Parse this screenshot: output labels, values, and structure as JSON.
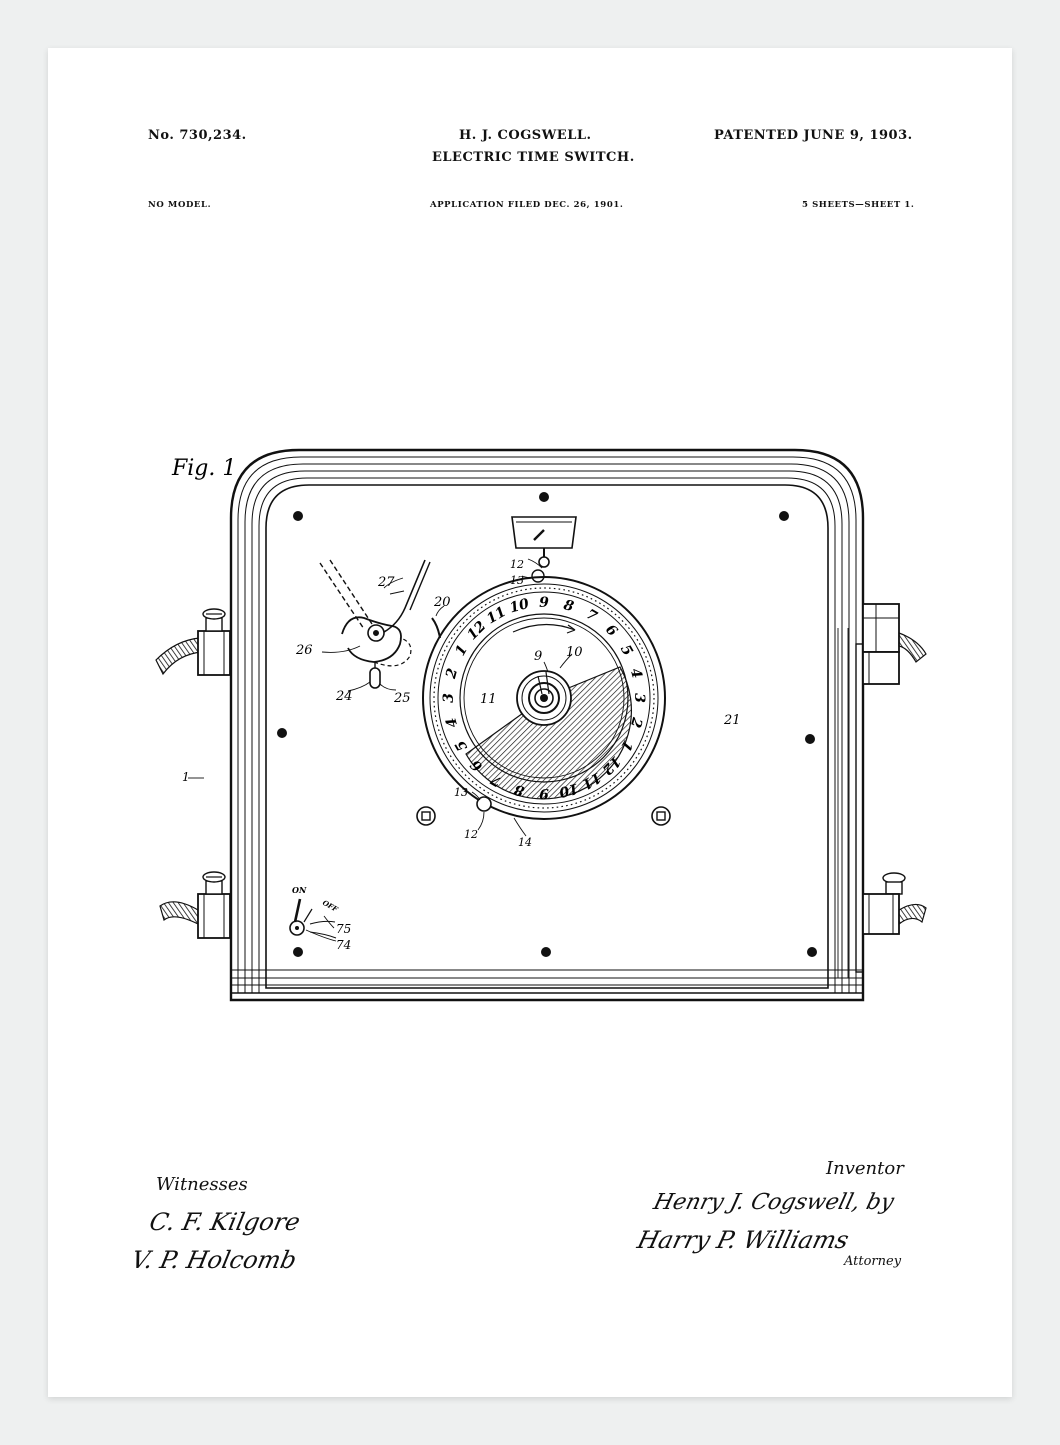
{
  "header": {
    "patent_number": "No. 730,234.",
    "inventor_name": "H. J. COGSWELL.",
    "title": "ELECTRIC TIME SWITCH.",
    "patented_date": "PATENTED JUNE 9, 1903.",
    "model": "NO MODEL.",
    "application": "APPLICATION FILED DEC. 26, 1901.",
    "sheets": "5 SHEETS—SHEET 1."
  },
  "figure": {
    "label": "Fig. 1",
    "dial_outer_numbers": [
      "7",
      "8",
      "9",
      "10",
      "11",
      "12",
      "1",
      "2",
      "3",
      "4",
      "5",
      "6",
      "7",
      "8",
      "9",
      "10",
      "11",
      "12",
      "1",
      "2",
      "3",
      "4",
      "5",
      "6"
    ],
    "switch_on": "ON",
    "switch_off": "OFF",
    "reference_numerals": {
      "r1": "1",
      "r9": "9",
      "r10": "10",
      "r11": "11",
      "r12a": "12",
      "r12b": "12",
      "r13a": "13",
      "r13b": "13",
      "r14": "14",
      "r20": "20",
      "r21": "21",
      "r24": "24",
      "r25": "25",
      "r26": "26",
      "r27": "27",
      "r74": "74",
      "r75": "75"
    }
  },
  "footer": {
    "witnesses_label": "Witnesses",
    "inventor_label": "Inventor",
    "attorney_label": "Attorney",
    "witness_signatures": [
      "C. F. Kilgore",
      "V. P. Holcomb"
    ],
    "inventor_signature": "Henry J. Cogswell, by",
    "attorney_signature": "Harry P. Williams"
  }
}
